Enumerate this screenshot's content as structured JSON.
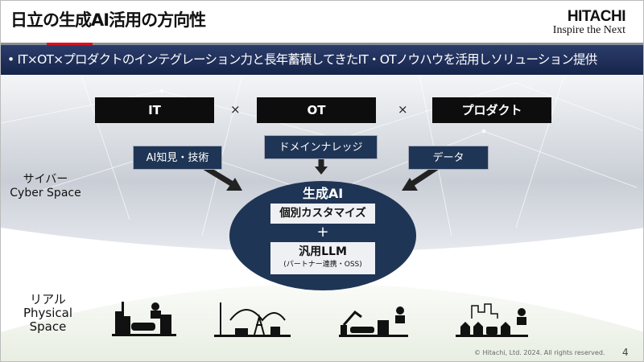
{
  "header": {
    "title": "日立の生成AI活用の方向性",
    "logo_brand": "HITACHI",
    "logo_tagline": "Inspire the Next"
  },
  "banner": {
    "text": "•  IT×OT×プロダクトのインテグレーション力と長年蓄積してきたIT・OTノウハウを活用しソリューション提供"
  },
  "top_boxes": [
    "IT",
    "OT",
    "プロダクト"
  ],
  "times_symbol": "×",
  "inputs": [
    "AI知見・技術",
    "ドメインナレッジ",
    "データ"
  ],
  "cyber": {
    "ja": "サイバー",
    "en": "Cyber Space"
  },
  "real": {
    "ja": "リアル",
    "en": "Physical Space"
  },
  "genai": {
    "title": "生成AI",
    "custom": "個別カスタマイズ",
    "plus": "+",
    "llm": "汎用LLM",
    "llm_note": "(パートナー連携・OSS)"
  },
  "icons": [
    "city-mobility-icon",
    "energy-grid-icon",
    "factory-robot-icon",
    "smart-town-icon"
  ],
  "footer": {
    "copyright": "© Hitachi, Ltd. 2024. All rights reserved.",
    "page": "4"
  },
  "colors": {
    "navy": "#1f3556",
    "accent": "#e0101e",
    "banner": "#1d2c58"
  }
}
